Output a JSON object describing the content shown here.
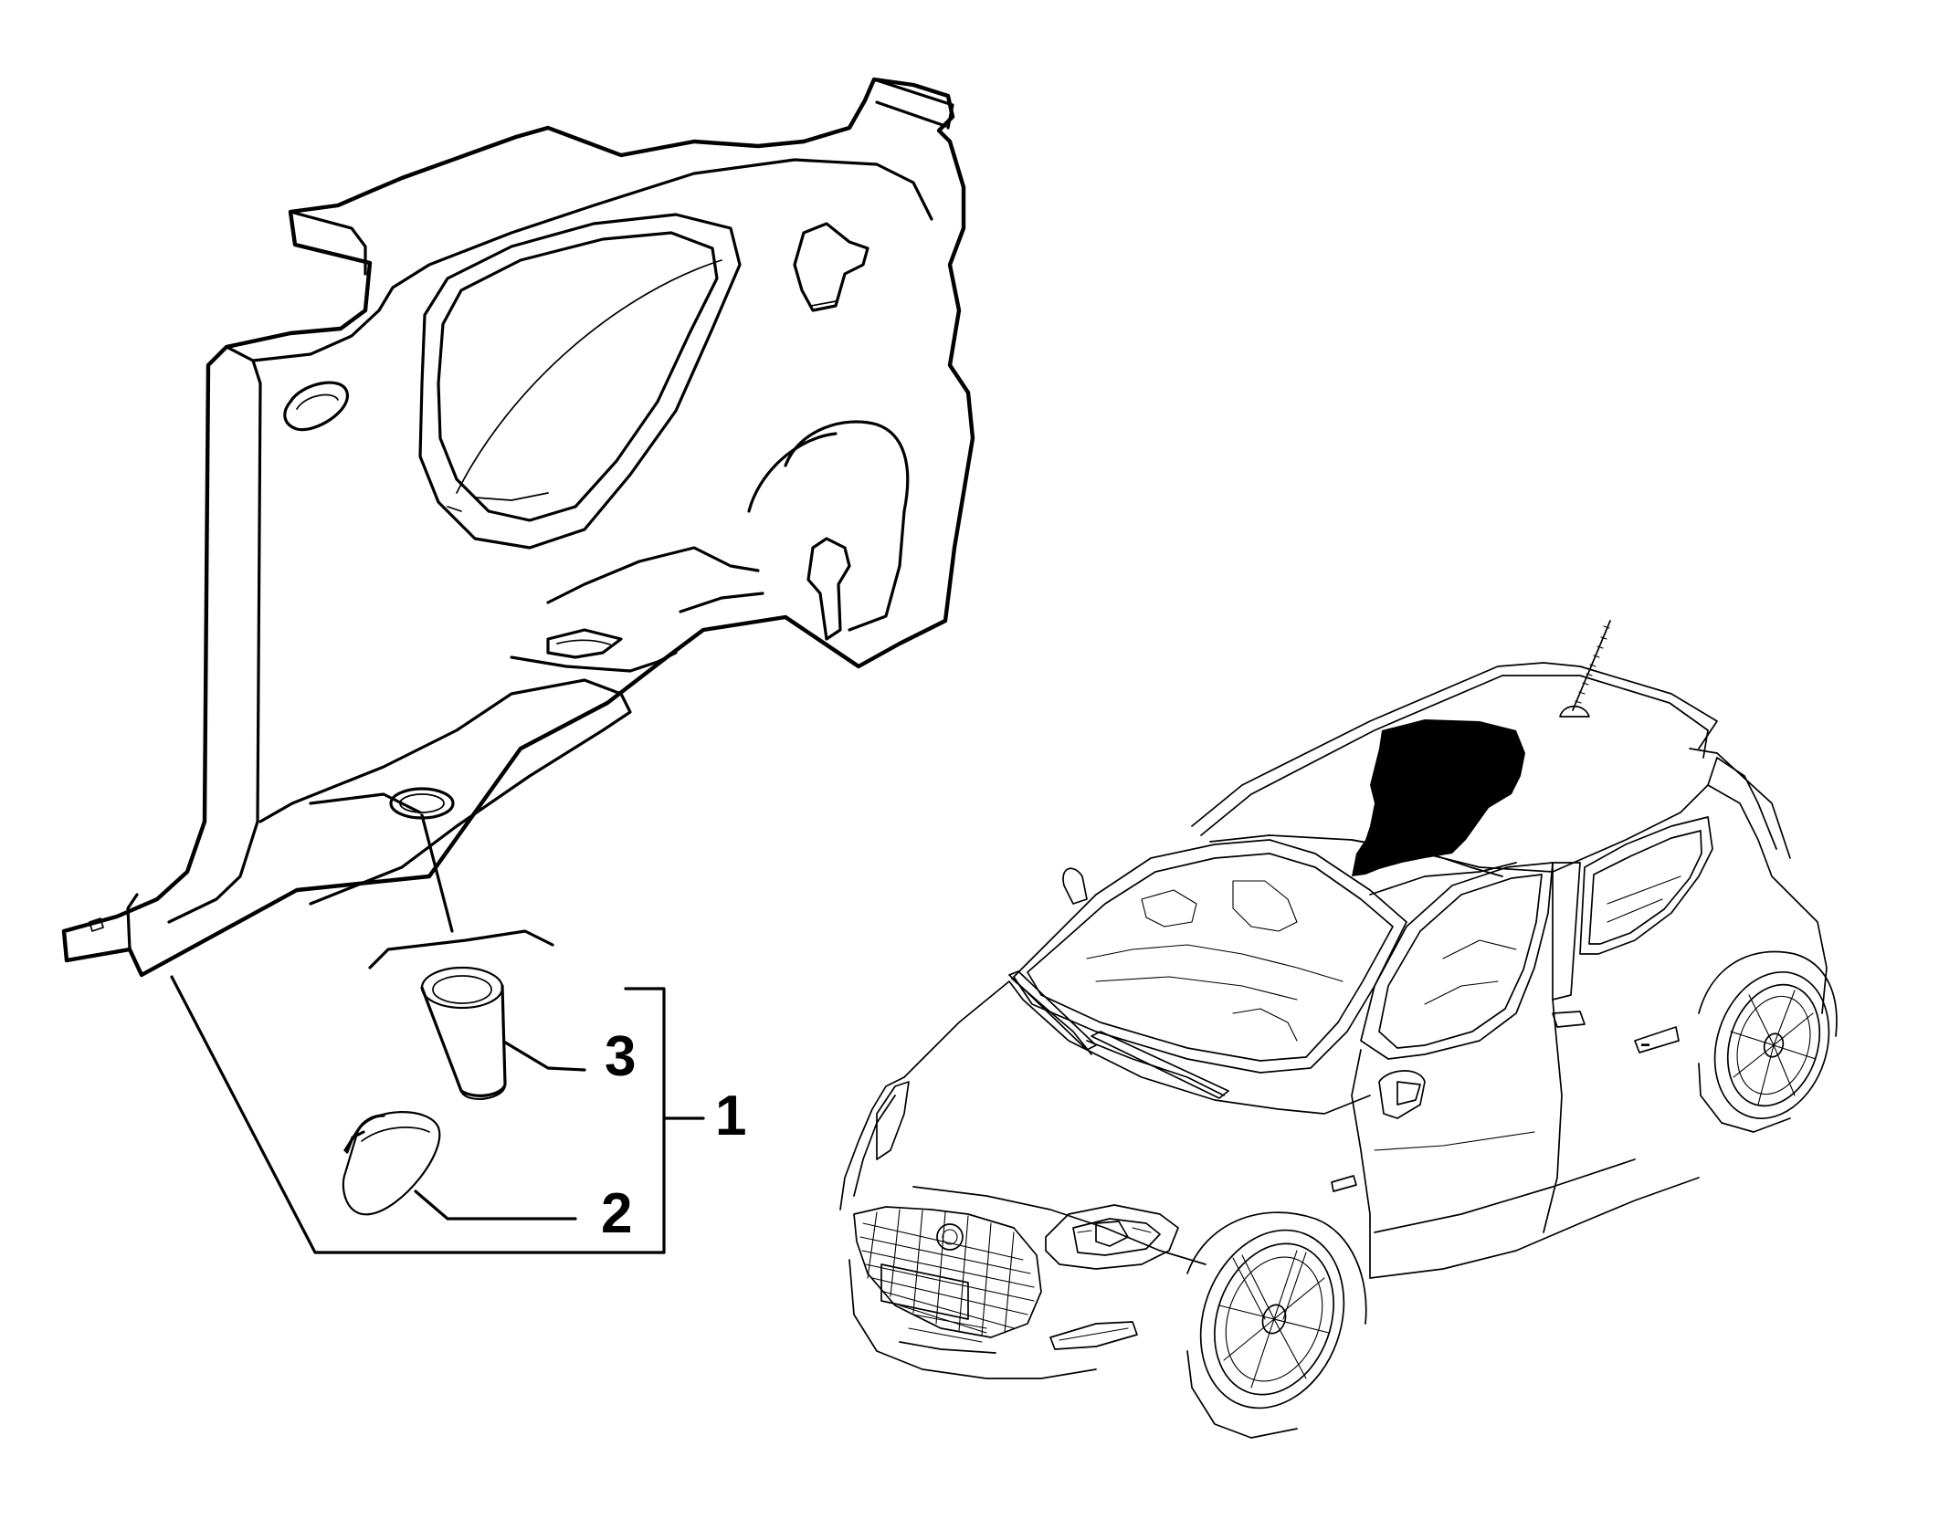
{
  "callouts": {
    "assembly": "1",
    "cap": "2",
    "plug": "3"
  },
  "colors": {
    "line": "#000000",
    "background": "#ffffff",
    "highlight": "#000000"
  }
}
